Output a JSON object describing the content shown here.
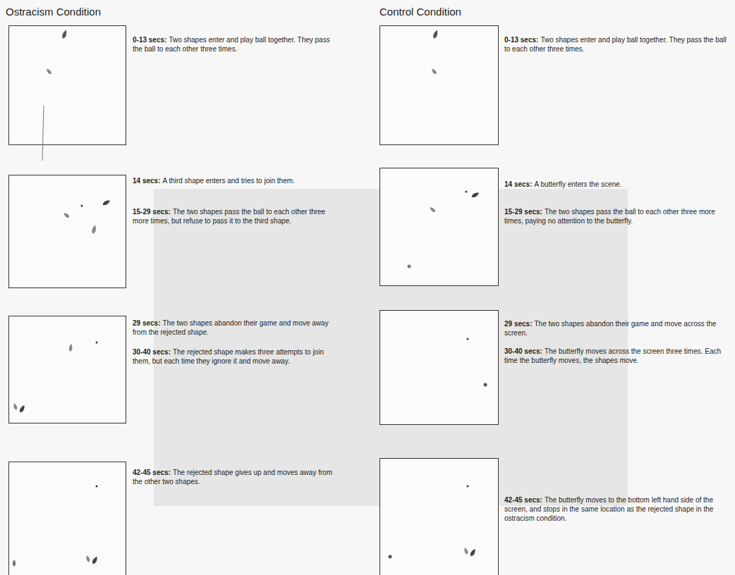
{
  "diagram": {
    "labels": [
      "Ostracism Condition",
      "Control Condition",
      "0-13 secs:",
      "Two shapes enter and play ball together. They pass the ball to each other three times.",
      "14 secs:",
      "A third shape enters and tries to join them.",
      "15-29 secs:",
      "The two shapes pass the ball to each other three more times, but refuse to pass it to the third shape.",
      "29 secs:",
      "The two shapes abandon their game and move away from the rejected shape.",
      "30-40 secs:",
      "The rejected shape makes three attempts to join them, but each time they ignore it and move away.",
      "42-45 secs:",
      "The rejected shape gives up and moves away from the other two shapes.",
      "0-13 secs:",
      "Two shapes enter and play ball together. They pass the ball to each other three times.",
      "14 secs:",
      "A butterfly enters the scene.",
      "15-29 secs:",
      "The two shapes pass the ball to each other three more times, paying no attention to the butterfly.",
      "29 secs:",
      "The two shapes abandon their game and move across the screen.",
      "30-40 secs:",
      "The butterfly moves across the screen three times. Each time the butterfly moves, the shapes move.",
      "42-45 secs:",
      "The butterfly moves to the bottom left hand side of the screen, and stops in the same location as the rejected shape in the ostracism condition."
    ]
  }
}
